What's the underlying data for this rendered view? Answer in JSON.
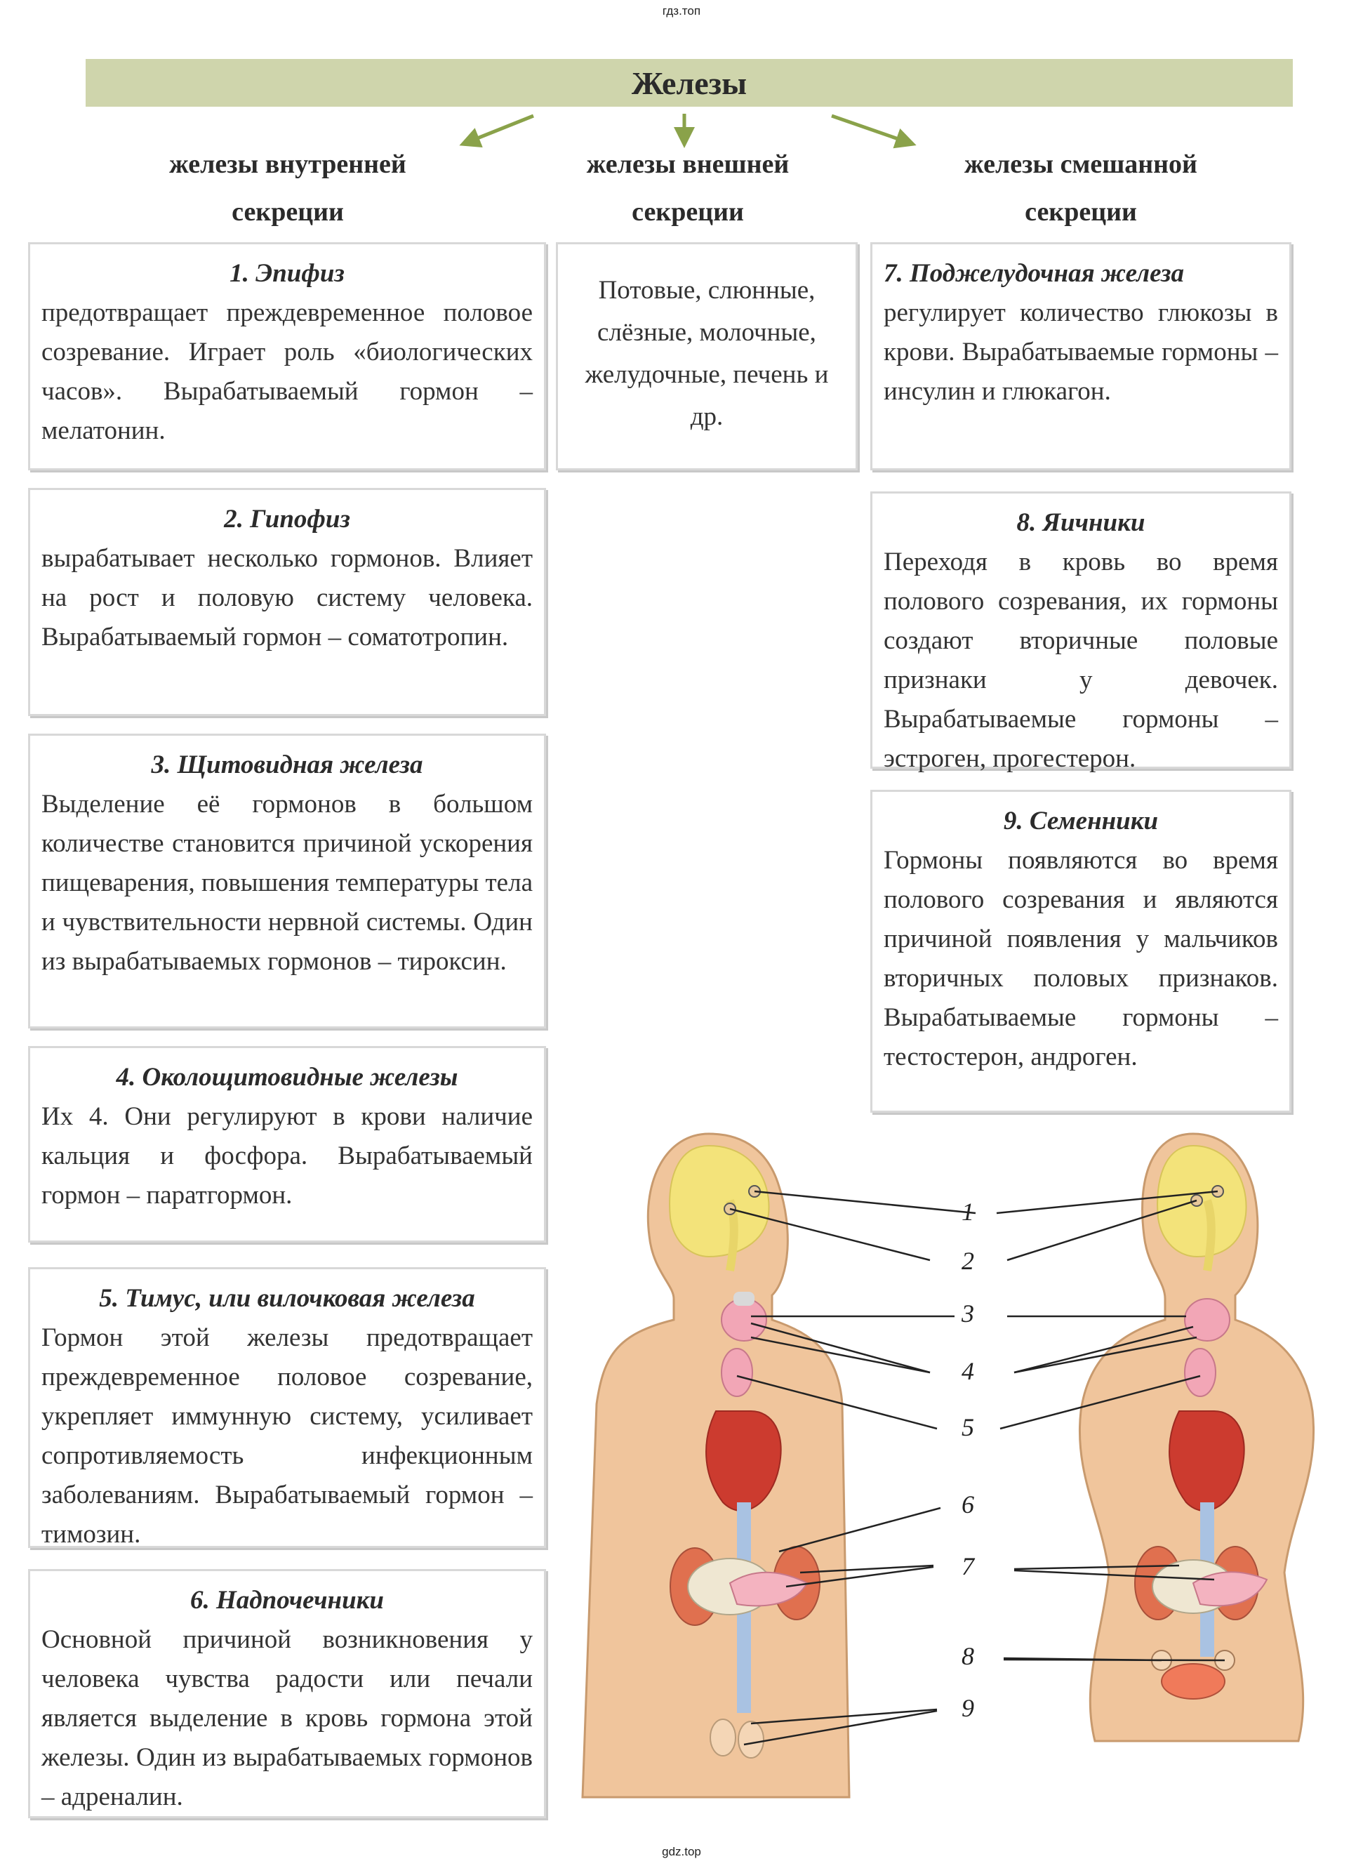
{
  "watermark_top": "гдз.топ",
  "watermark_bottom": "gdz.top",
  "title": "Железы",
  "columns": {
    "internal": "железы внутренней секреции",
    "external": "железы внешней секреции",
    "mixed": "железы смешанной секреции"
  },
  "external_box": {
    "body": "Потовые, слюнные, слёзные, молочные, желудочные, печень и др."
  },
  "glands": [
    {
      "title": "1. Эпифиз",
      "body": "предотвращает преждевременное половое созревание. Играет роль «биологических часов». Вырабатываемый гормон – мелатонин."
    },
    {
      "title": "2. Гипофиз",
      "body": "вырабатывает несколько гормонов. Влияет на рост и половую систему человека. Вырабатываемый гормон – соматотропин."
    },
    {
      "title": "3. Щитовидная железа",
      "body": "Выделение её гормонов в большом количестве становится причиной ускорения пищеварения, повышения температуры тела и чувствительности нервной системы. Один из вырабатываемых гормонов – тироксин."
    },
    {
      "title": "4. Околощитовидные железы",
      "body": "Их 4. Они регулируют в крови наличие кальция и фосфора. Вырабатываемый гормон – паратгормон."
    },
    {
      "title": "5. Тимус, или вилочковая железа",
      "body": "Гормон этой железы предотвращает преждевременное половое созревание, укрепляет иммунную систему, усиливает сопротивляемость инфекционным заболеваниям. Вырабатываемый гормон – тимозин."
    },
    {
      "title": "6. Надпочечники",
      "body": "Основной причиной возникновения у человека чувства радости или печали является выделение в кровь гормона этой железы. Один из вырабатываемых гормонов – адреналин."
    },
    {
      "title": "7. Поджелудочная железа",
      "body": "регулирует количество глюкозы в крови. Вырабатываемые гормоны – инсулин и глюкагон."
    },
    {
      "title": "8. Яичники",
      "body": "Переходя в кровь во время полового созревания, их гормоны создают вторичные половые признаки у девочек. Вырабатываемые гормоны – эстроген, прогестерон."
    },
    {
      "title": "9. Семенники",
      "body": "Гормоны появляются во время полового созревания и являются причиной появления у мальчиков вторичных половых признаков. Вырабатываемые гормоны – тестостерон, андроген."
    }
  ],
  "figure_labels": [
    "1",
    "2",
    "3",
    "4",
    "5",
    "6",
    "7",
    "8",
    "9"
  ],
  "colors": {
    "title_bar": "#cfd5ac",
    "arrow": "#8aa24a",
    "skin": "#f0c59c",
    "brain": "#f3e37a",
    "thyroid": "#f2a6b6",
    "heart": "#cc3b2f",
    "kidney": "#e0704f",
    "pancreas": "#f4b3c0"
  }
}
